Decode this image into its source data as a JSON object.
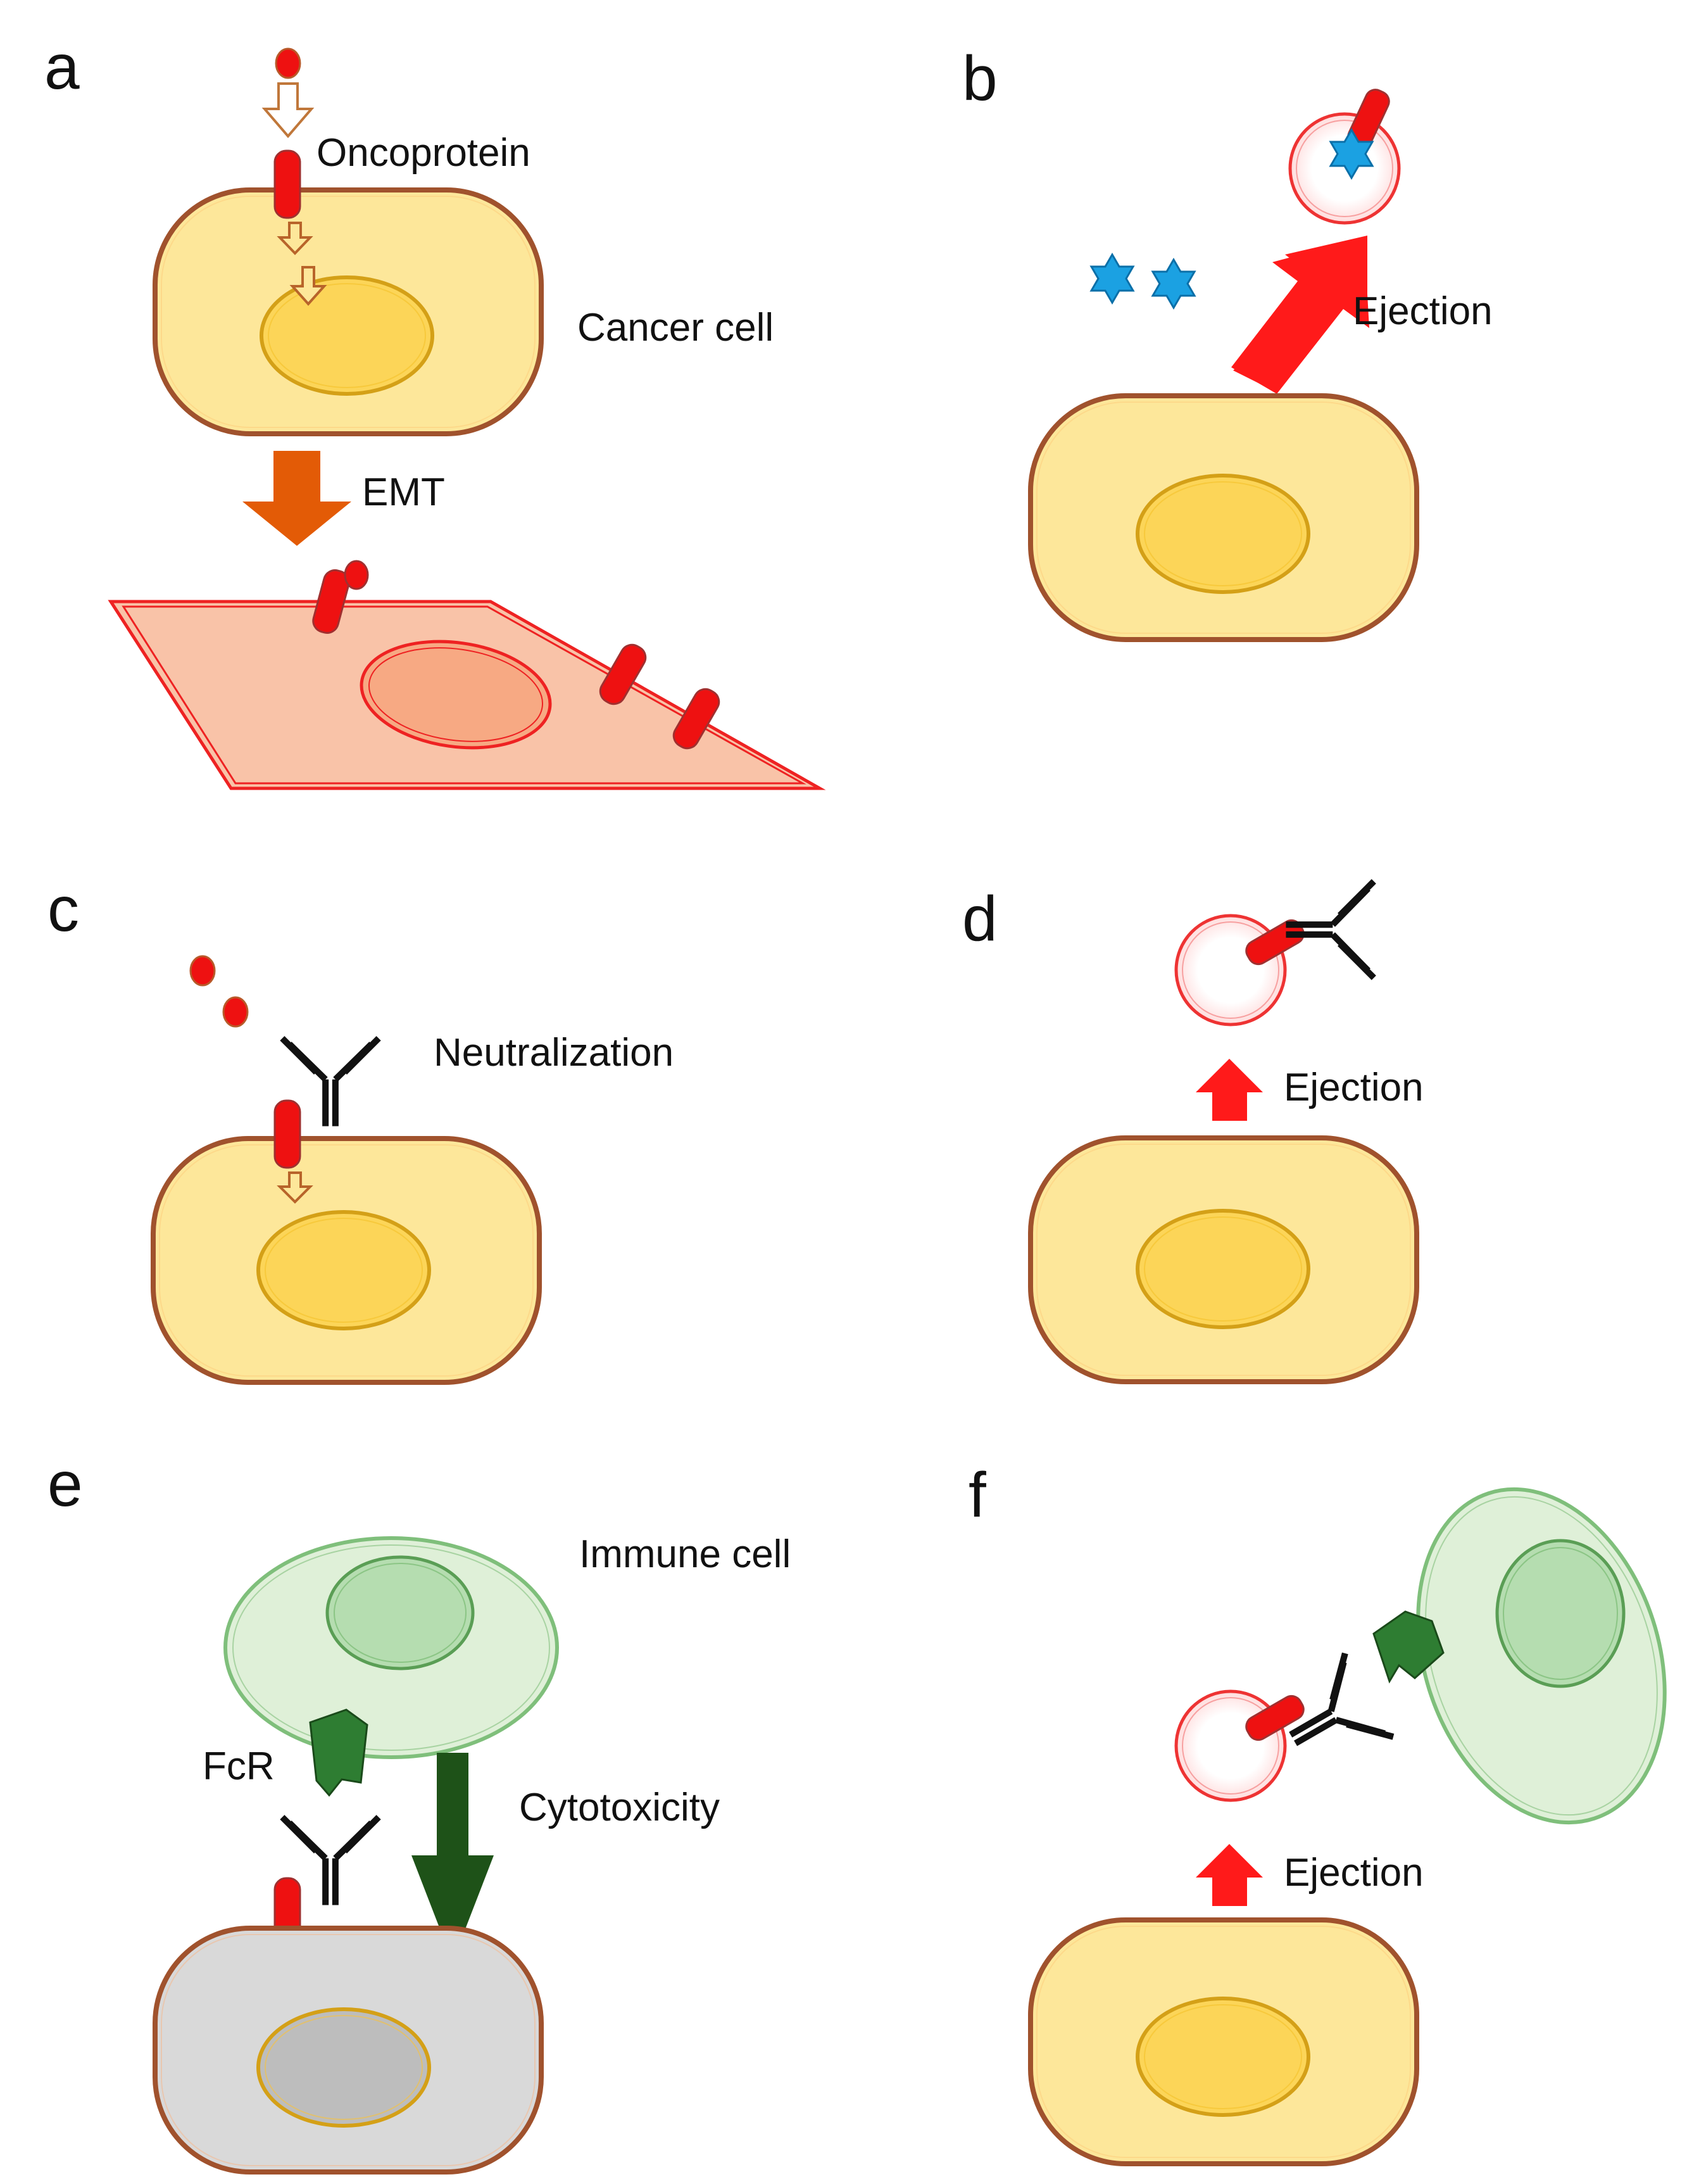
{
  "panels": [
    {
      "id": "a",
      "letter": "a",
      "labels": {
        "oncoprotein": "Oncoprotein",
        "cancer_cell": "Cancer cell",
        "emt": "EMT"
      }
    },
    {
      "id": "b",
      "letter": "b",
      "labels": {
        "ejection": "Ejection"
      }
    },
    {
      "id": "c",
      "letter": "c",
      "labels": {
        "neutralization": "Neutralization"
      }
    },
    {
      "id": "d",
      "letter": "d",
      "labels": {
        "ejection": "Ejection"
      }
    },
    {
      "id": "e",
      "letter": "e",
      "labels": {
        "immune_cell": "Immune cell",
        "fcr": "FcR",
        "cytotoxicity": "Cytotoxicity"
      }
    },
    {
      "id": "f",
      "letter": "f",
      "labels": {
        "ejection": "Ejection"
      }
    }
  ],
  "colors": {
    "cancer_cell_fill": "#fde79a",
    "cancer_cell_border": "#a0522d",
    "nucleus_fill": "#fcd558",
    "nucleus_border": "#d4a017",
    "oncoprotein": "#ee1111",
    "emt_cell_fill": "#f9c3a8",
    "emt_cell_border": "#ee2222",
    "emt_nucleus_fill": "#f7a983",
    "emt_arrow": "#e35b06",
    "ejection_arrow": "#ff1a1a",
    "exosome_border": "#ee3333",
    "star": "#1ba1e2",
    "immune_cell_fill": "#dff0d8",
    "immune_cell_border": "#7fbf7b",
    "immune_nucleus_fill": "#b5ddb0",
    "fcr": "#2e7d32",
    "cytotoxicity_arrow": "#1e5218",
    "dead_cell_fill": "#d9d9d9",
    "dead_nucleus_fill": "#bdbdbd",
    "antibody": "#111111"
  }
}
